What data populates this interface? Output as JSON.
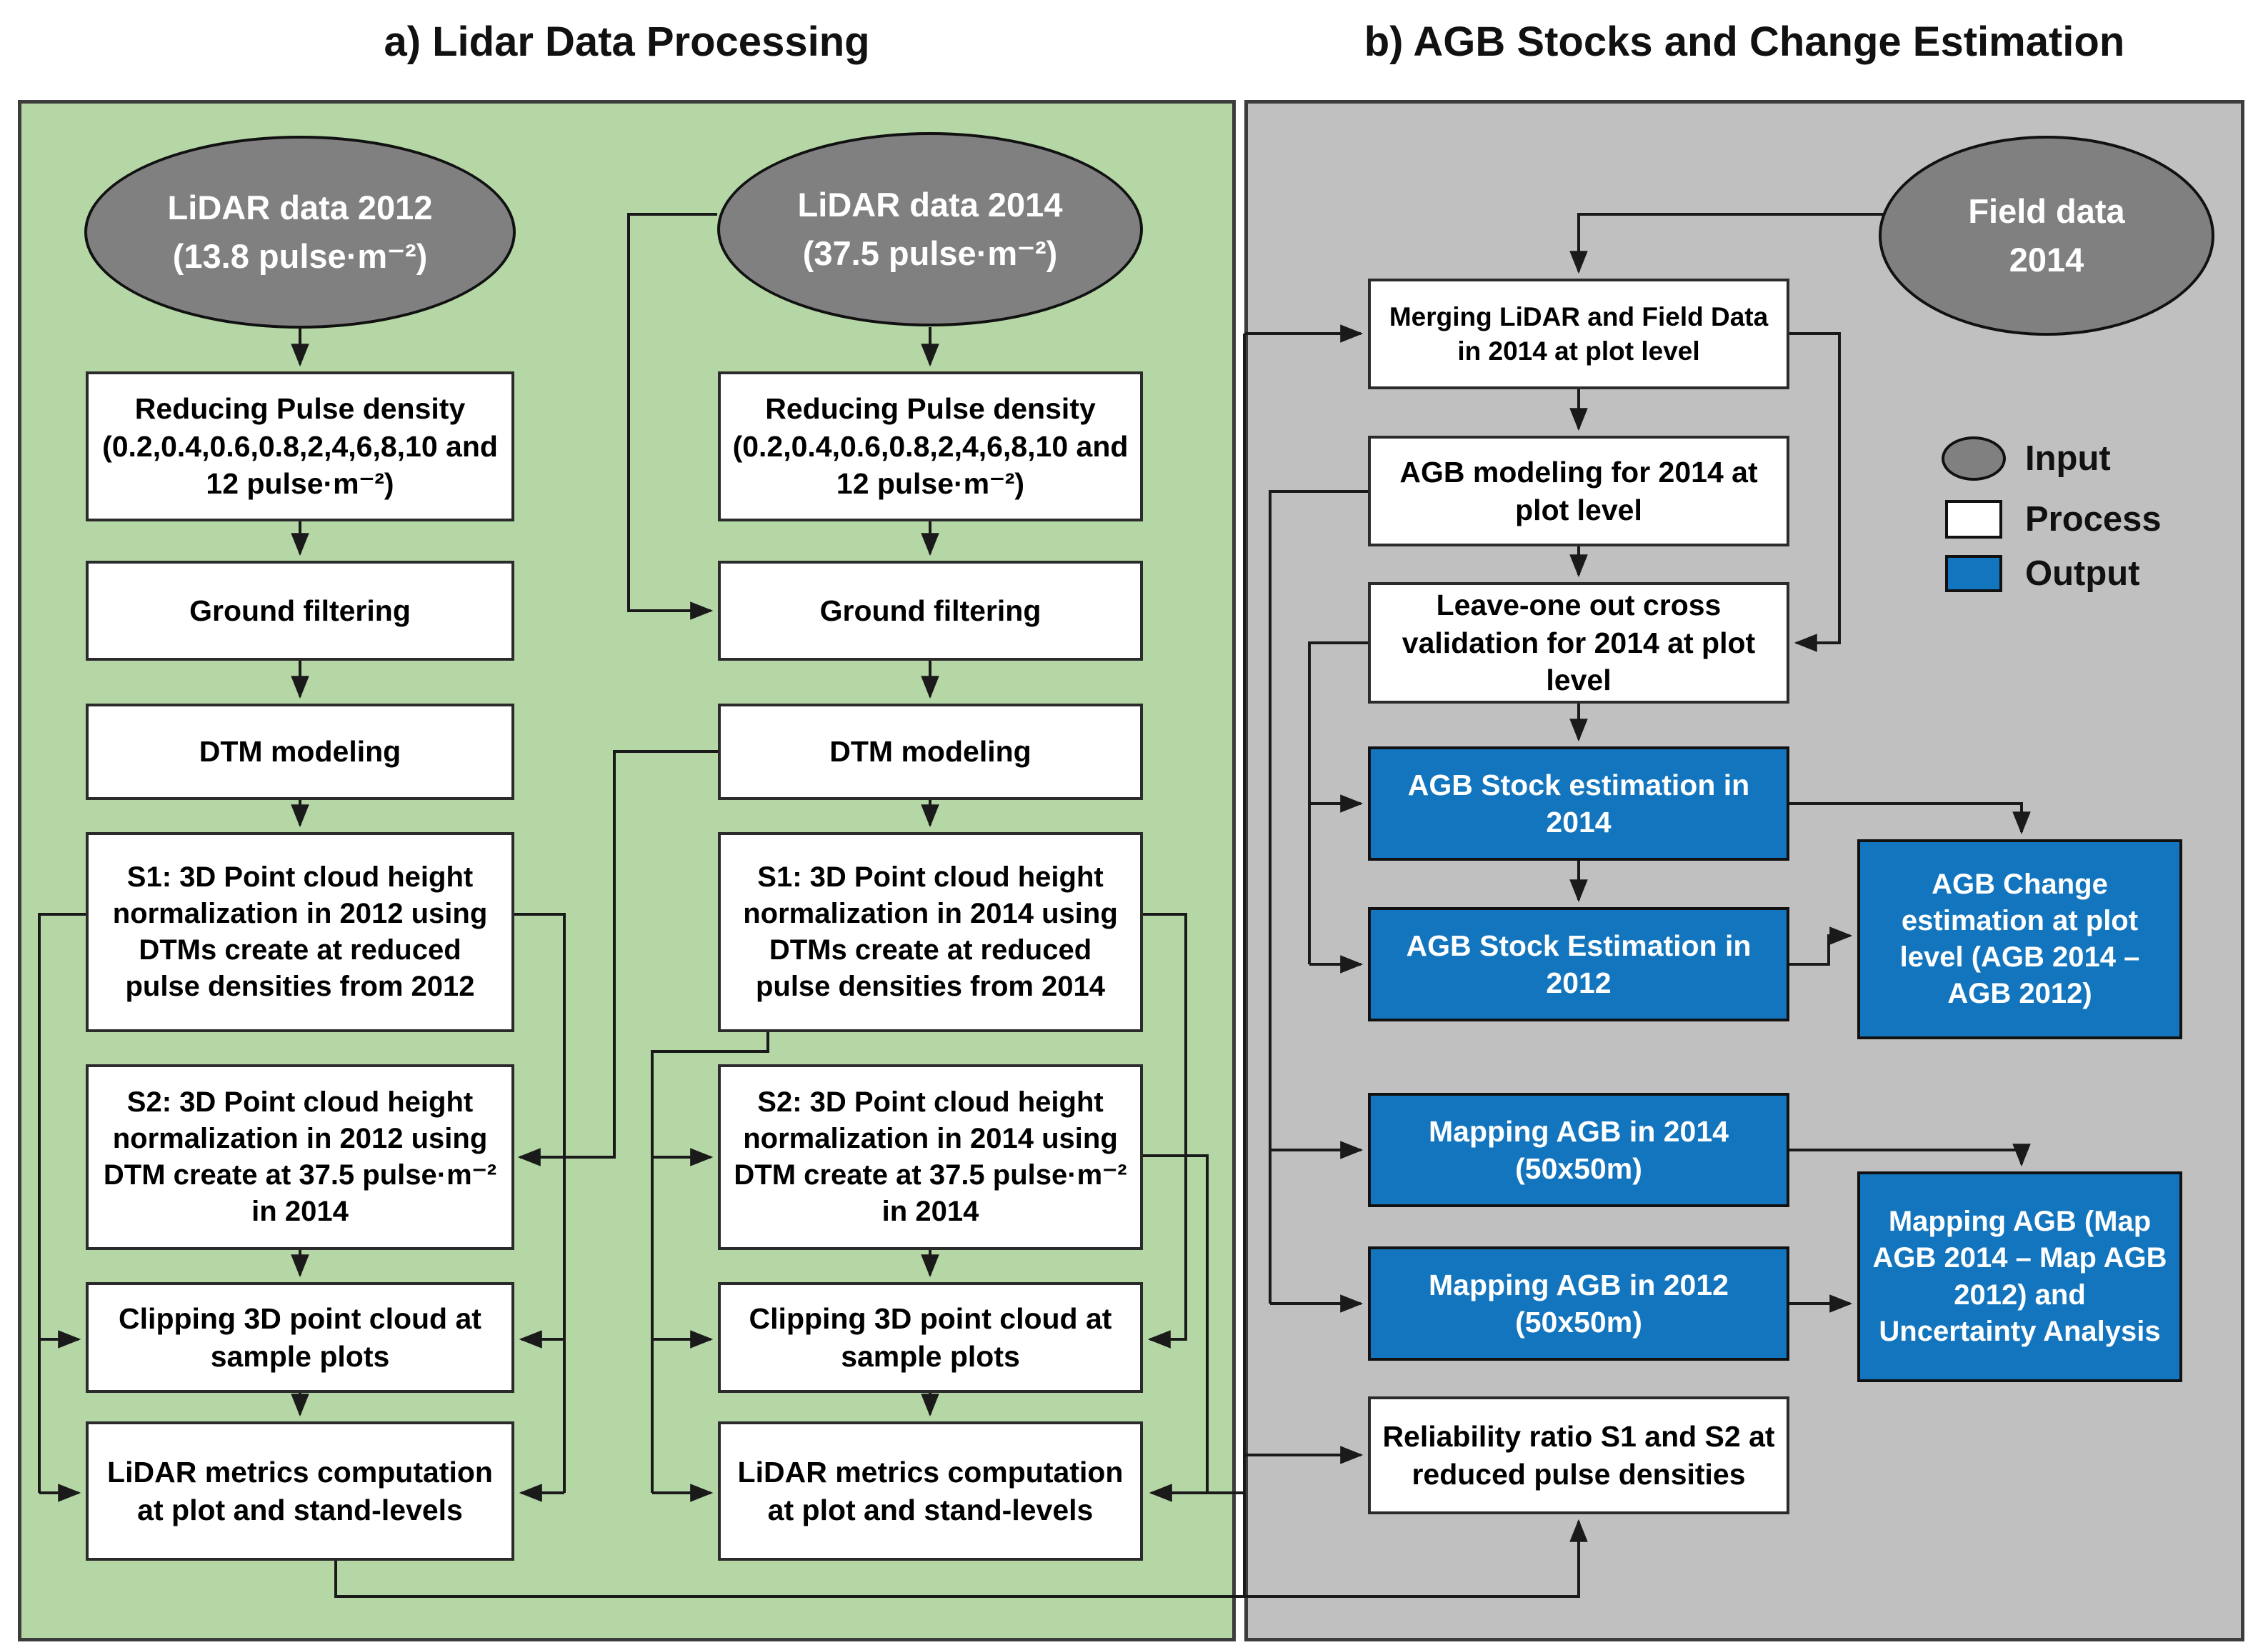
{
  "titles": {
    "panel_a": "a) Lidar Data Processing",
    "panel_b": "b) AGB Stocks and Change Estimation"
  },
  "panel_a": {
    "input_2012_l1": "LiDAR data 2012",
    "input_2012_l2": "(13.8 pulse·m⁻²)",
    "input_2014_l1": "LiDAR data 2014",
    "input_2014_l2": "(37.5 pulse·m⁻²)",
    "c2012": {
      "reduce": "Reducing Pulse density (0.2,0.4,0.6,0.8,2,4,6,8,10 and 12 pulse·m⁻²)",
      "ground": "Ground filtering",
      "dtm": "DTM modeling",
      "s1": "S1: 3D Point cloud height normalization in 2012 using DTMs create at reduced pulse densities from 2012",
      "s2": "S2: 3D Point cloud height normalization in 2012 using DTM create at 37.5 pulse·m⁻² in 2014",
      "clip": "Clipping 3D point cloud at sample plots",
      "metrics": "LiDAR metrics computation at plot and stand-levels"
    },
    "c2014": {
      "reduce": "Reducing Pulse density (0.2,0.4,0.6,0.8,2,4,6,8,10 and 12 pulse·m⁻²)",
      "ground": "Ground filtering",
      "dtm": "DTM modeling",
      "s1": "S1: 3D Point cloud height normalization in 2014 using DTMs create at reduced pulse densities from 2014",
      "s2": "S2: 3D Point cloud height normalization in 2014 using DTM create at 37.5 pulse·m⁻² in 2014",
      "clip": "Clipping 3D point cloud at sample plots",
      "metrics": "LiDAR metrics computation at plot and stand-levels"
    }
  },
  "panel_b": {
    "field_l1": "Field data",
    "field_l2": "2014",
    "merging": "Merging LiDAR and Field Data in 2014 at plot level",
    "modeling": "AGB modeling for 2014 at plot level",
    "loocv": "Leave-one out cross validation for 2014 at plot level",
    "stock2014": "AGB Stock estimation in 2014",
    "stock2012": "AGB Stock Estimation in 2012",
    "map2014": "Mapping AGB in 2014 (50x50m)",
    "map2012": "Mapping AGB in 2012 (50x50m)",
    "reliability": "Reliability ratio S1 and S2 at reduced pulse densities",
    "change": "AGB Change estimation at plot level (AGB 2014 – AGB 2012)",
    "map_change": "Mapping AGB (Map AGB 2014 – Map AGB 2012) and Uncertainty Analysis"
  },
  "legend": {
    "input": "Input",
    "process": "Process",
    "output": "Output"
  },
  "colors": {
    "panel_a_bg": "#b5d7a6",
    "panel_b_bg": "#c0c0c0",
    "input_fill": "#808080",
    "process_fill": "#ffffff",
    "output_fill": "#1375bd",
    "line": "#1a1a1a"
  }
}
